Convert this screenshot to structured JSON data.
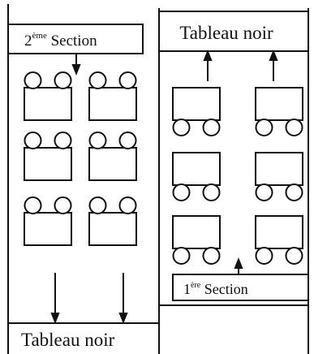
{
  "colors": {
    "ink": "#111111",
    "paper": "#ffffff"
  },
  "section2": {
    "number": "2",
    "suffix": "ème",
    "label": " Section"
  },
  "section1": {
    "number": "1",
    "suffix": "ère",
    "label": " Section"
  },
  "board_top": {
    "label": "Tableau noir"
  },
  "board_bottom": {
    "label": "Tableau noir"
  },
  "section2_desks": {
    "rows": 3,
    "columns": 2,
    "chairs_per_desk": 2,
    "chairs_side": "top"
  },
  "section1_desks": {
    "rows": 3,
    "columns": 2,
    "chairs_per_desk": 2,
    "chairs_side": "bottom"
  }
}
